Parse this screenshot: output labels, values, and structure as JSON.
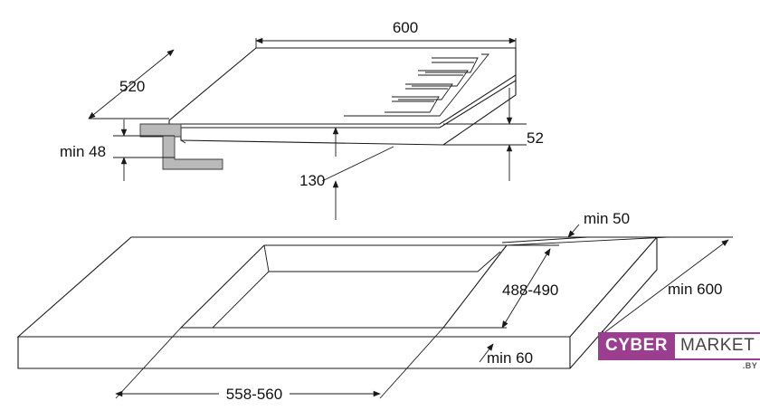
{
  "dimensions": {
    "width_top": "600",
    "depth_top": "520",
    "min_48": "min 48",
    "height_52": "52",
    "depth_130": "130",
    "min_50": "min 50",
    "cutout_depth": "488-490",
    "min_600": "min 600",
    "min_60": "min 60",
    "cutout_width": "558-560"
  },
  "logo": {
    "left": "CYBER",
    "right": "MARKET",
    "sub": ".BY"
  },
  "colors": {
    "brand": "#9b3e8f",
    "bracket": "#b9b9b9",
    "line": "#1a1a1a"
  }
}
